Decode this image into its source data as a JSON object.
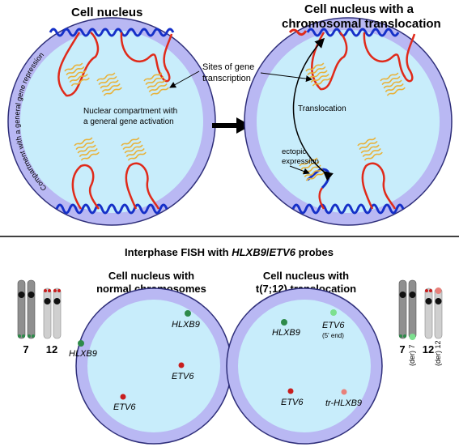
{
  "top": {
    "left_title": "Cell nucleus",
    "right_title_line1": "Cell nucleus with a",
    "right_title_line2": "chromosomal translocation",
    "compartment_repression": "Compartment with a general gene repression",
    "activation_line1": "Nuclear compartment with",
    "activation_line2": "a general gene activation",
    "sites_line1": "Sites of gene",
    "sites_line2": "transcription",
    "translocation": "Translocation",
    "ectopic_line1": "ectopic",
    "ectopic_line2": "expression"
  },
  "bottom": {
    "heading_prefix": "Interphase FISH with ",
    "heading_probe1": "HLXB9",
    "heading_sep": "/",
    "heading_probe2": "ETV6",
    "heading_suffix": " probes",
    "left_title_line1": "Cell nucleus with",
    "left_title_line2": "normal chromosomes",
    "right_title_line1": "Cell nucleus with",
    "right_title_line2": "t(7;12) translocation",
    "left_nucleus": {
      "hlxb9_a": "HLXB9",
      "hlxb9_b": "HLXB9",
      "etv6_a": "ETV6",
      "etv6_b": "ETV6"
    },
    "right_nucleus": {
      "hlxb9": "HLXB9",
      "etv6": "ETV6",
      "etv6_note": "(5' end)",
      "etv6_b": "ETV6",
      "tr_hlxb9": "tr-HLXB9"
    },
    "left_chromosomes": {
      "label_7": "7",
      "label_12": "12"
    },
    "right_chromosomes": {
      "label_7": "7",
      "label_12": "12",
      "der_7": "(der) 7",
      "der_12": "(der) 12"
    }
  },
  "colors": {
    "nucleus_outer": "#b9b8f3",
    "nucleus_inner": "#c8edfb",
    "nucleus_border": "#2f2f7a",
    "chromatin_red": "#e02a1a",
    "chromatin_blue": "#1530c8",
    "transcript_orange": "#e8b23a",
    "chrom_dark": "#8f8f8f",
    "chrom_light": "#cfcfcf",
    "green_signal": "#2e8a4a",
    "red_signal": "#c81e1e"
  }
}
